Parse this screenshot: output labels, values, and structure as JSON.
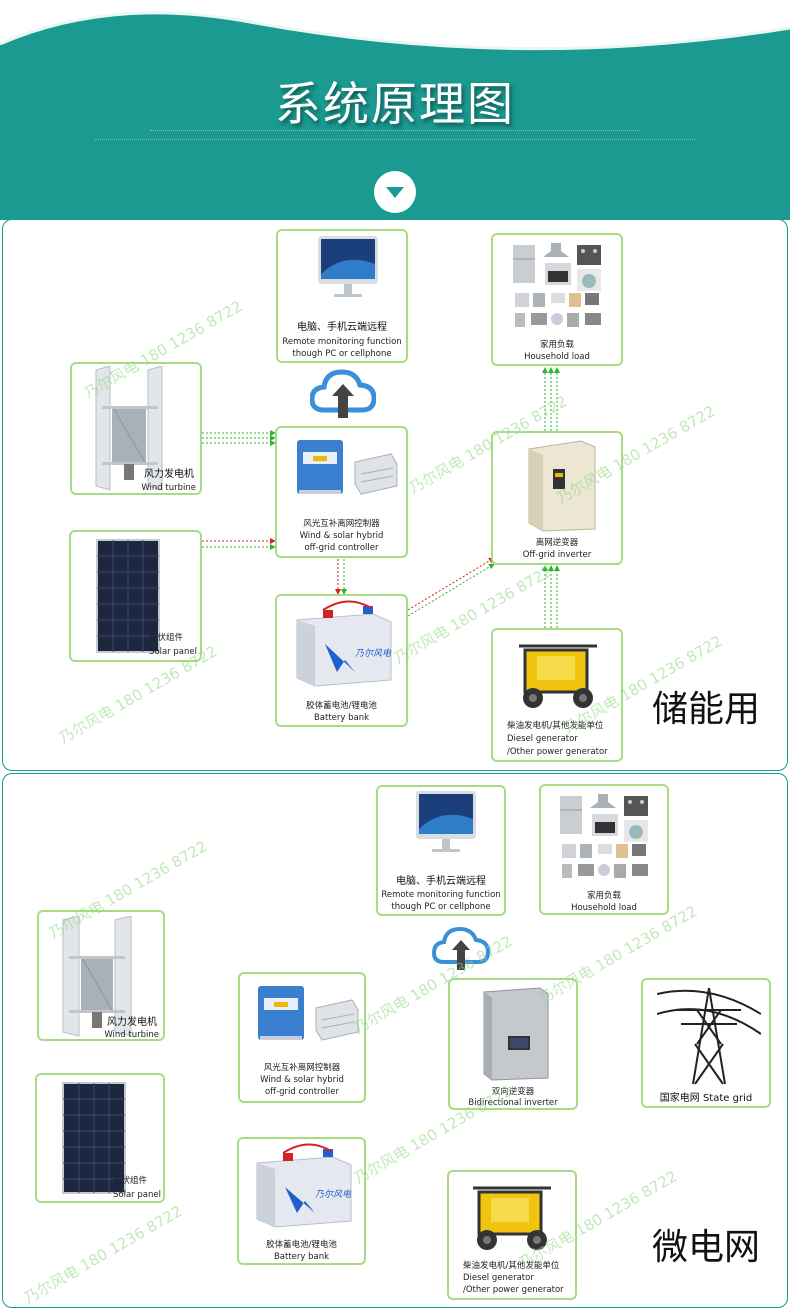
{
  "header": {
    "title": "系统原理图"
  },
  "section1": {
    "title": "储能用",
    "nodes": {
      "pc": {
        "cn": "电脑、手机云端远程",
        "en1": "Remote monitoring function",
        "en2": "though PC or cellphone"
      },
      "load": {
        "cn": "家用负载",
        "en": "Household load"
      },
      "wind": {
        "cn": "风力发电机",
        "en": "Wind turbine"
      },
      "controller": {
        "cn": "风光互补离网控制器",
        "en1": "Wind & solar hybrid",
        "en2": "off-grid controller"
      },
      "inverter": {
        "cn": "离网逆变器",
        "en": "Off-grid inverter"
      },
      "solar": {
        "cn": "光伏组件",
        "en": "Solar panel"
      },
      "battery": {
        "cn": "胶体蓄电池/锂电池",
        "en": "Battery bank"
      },
      "diesel": {
        "cn": "柴油发电机/其他发能单位",
        "en1": "Diesel generator",
        "en2": "/Other power generator"
      }
    }
  },
  "section2": {
    "title": "微电网",
    "nodes": {
      "pc": {
        "cn": "电脑、手机云端远程",
        "en1": "Remote monitoring function",
        "en2": "though PC or cellphone"
      },
      "load": {
        "cn": "家用负载",
        "en": "Household load"
      },
      "wind": {
        "cn": "风力发电机",
        "en": "Wind turbine"
      },
      "controller": {
        "cn": "风光互补离网控制器",
        "en1": "Wind & solar hybrid",
        "en2": "off-grid controller"
      },
      "inverter": {
        "cn": "双向逆变器",
        "en": "Bidirectional inverter"
      },
      "grid": {
        "cn": "国家电网 State grid"
      },
      "solar": {
        "cn": "光伏组件",
        "en": "Solar panel"
      },
      "battery": {
        "cn": "胶体蓄电池/锂电池",
        "en": "Battery bank"
      },
      "diesel": {
        "cn": "柴油发电机/其他发能单位",
        "en1": "Diesel generator",
        "en2": "/Other power generator"
      }
    }
  },
  "watermark": "乃尔风电 180 1236 8722",
  "colors": {
    "teal": "#1a9a90",
    "node_border": "#a6dc84",
    "wire_green": "#2fb52f",
    "wire_red": "#d42222",
    "cloud": "#3a8fd8"
  }
}
